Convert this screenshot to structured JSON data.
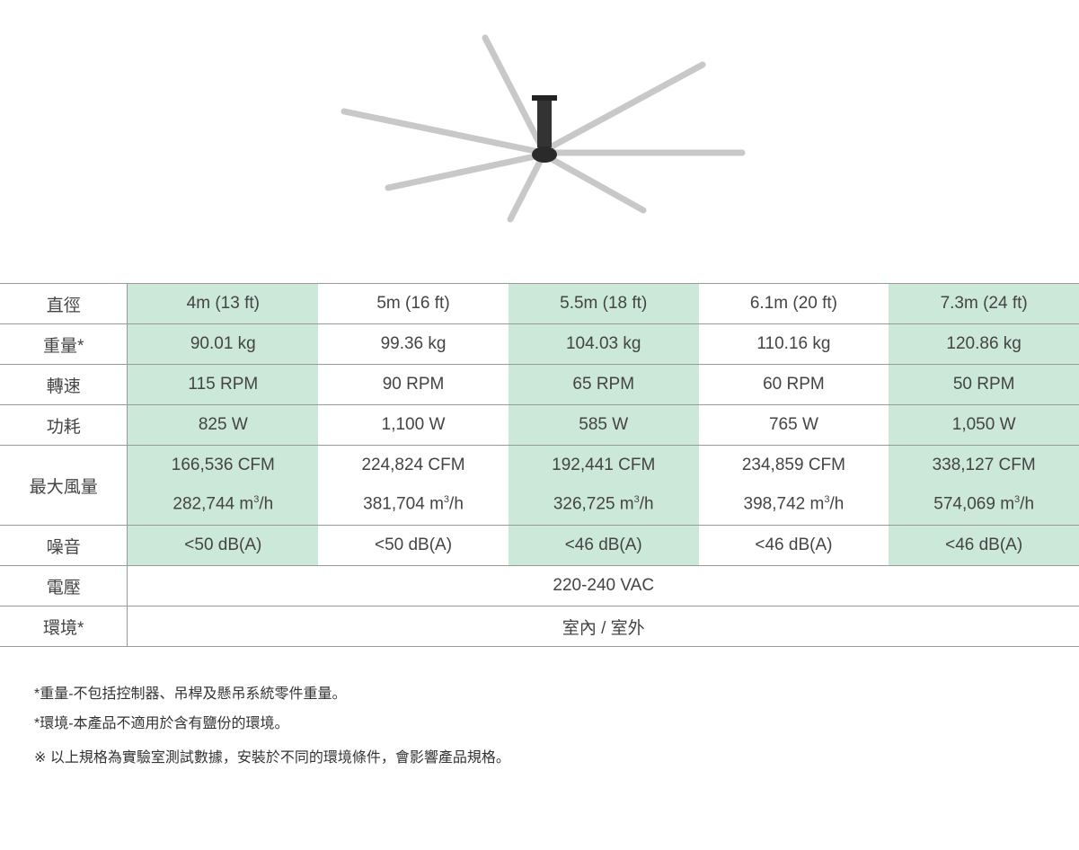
{
  "table": {
    "rows": [
      {
        "label": "直徑",
        "values": [
          "4m (13 ft)",
          "5m (16 ft)",
          "5.5m (18 ft)",
          "6.1m (20 ft)",
          "7.3m (24 ft)"
        ]
      },
      {
        "label": "重量*",
        "values": [
          "90.01 kg",
          "99.36 kg",
          "104.03 kg",
          "110.16 kg",
          "120.86 kg"
        ]
      },
      {
        "label": "轉速",
        "values": [
          "115 RPM",
          "90 RPM",
          "65 RPM",
          "60 RPM",
          "50 RPM"
        ]
      },
      {
        "label": "功耗",
        "values": [
          "825 W",
          "1,100 W",
          "585 W",
          "765 W",
          "1,050 W"
        ]
      },
      {
        "label": "最大風量",
        "cfm": [
          "166,536 CFM",
          "224,824 CFM",
          "192,441 CFM",
          "234,859 CFM",
          "338,127 CFM"
        ],
        "m3h": [
          "282,744 m",
          "381,704 m",
          "326,725 m",
          "398,742 m",
          "574,069 m"
        ],
        "m3h_sup": "3",
        "m3h_unit": "/h"
      },
      {
        "label": "噪音",
        "values": [
          "<50 dB(A)",
          "<50 dB(A)",
          "<46 dB(A)",
          "<46 dB(A)",
          "<46 dB(A)"
        ]
      },
      {
        "label": "電壓",
        "value": "220-240 VAC"
      },
      {
        "label": "環境*",
        "value": "室內 / 室外"
      }
    ]
  },
  "notes": [
    "*重量-不包括控制器、吊桿及懸吊系統零件重量。",
    "*環境-本產品不適用於含有鹽份的環境。",
    "※ 以上規格為實驗室測試數據，安裝於不同的環境條件，會影響產品規格。"
  ],
  "colors": {
    "highlight": "#cce8d9",
    "border": "#999999"
  }
}
